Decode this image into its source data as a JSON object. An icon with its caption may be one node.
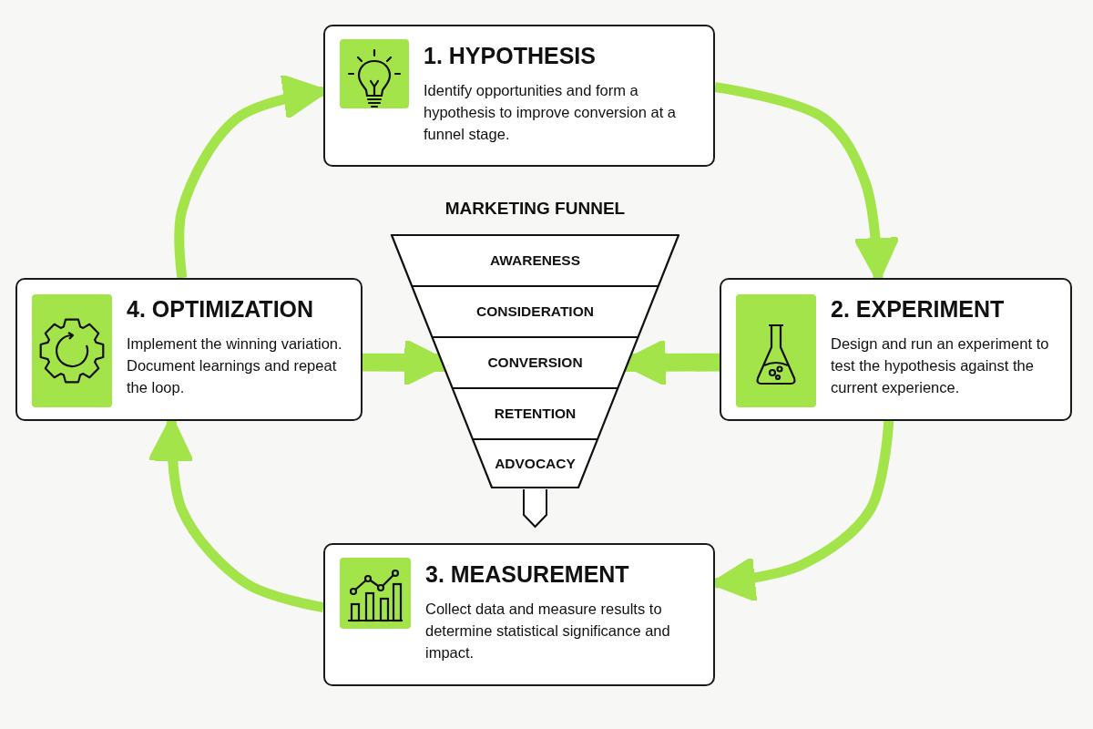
{
  "diagram": {
    "nodes": [
      {
        "text": [
          "1. HYPOTHESIS",
          "Identify opportunities and form a hypothesis to improve conversion at a funnel stage."
        ]
      },
      {
        "text": [
          "2. EXPERIMENT",
          "Design and run an experiment to test the hypothesis against the current experience."
        ]
      },
      {
        "text": [
          "3. MEASUREMENT",
          "Collect data and measure results to determine statistical significance and impact."
        ]
      },
      {
        "text": [
          "4. OPTIMIZATION",
          "Implement the winning variation. Document learnings and repeat the loop."
        ]
      },
      {
        "text": [
          "MARKETING FUNNEL"
        ]
      },
      {
        "text": [
          "AWARENESS"
        ],
        "in": 4
      },
      {
        "text": [
          "CONSIDERATION"
        ],
        "in": 4
      },
      {
        "text": [
          "CONVERSION"
        ],
        "in": 4
      },
      {
        "text": [
          "RETENTION"
        ],
        "in": 4
      },
      {
        "text": [
          "ADVOCACY"
        ],
        "in": 4
      }
    ],
    "edges": [
      {
        "from": 0,
        "to": 1,
        "arrow": "to"
      },
      {
        "from": 1,
        "to": 2,
        "arrow": "to"
      },
      {
        "from": 2,
        "to": 3,
        "arrow": "to"
      },
      {
        "from": 3,
        "to": 0,
        "arrow": "to"
      },
      {
        "from": 3,
        "to": 7,
        "arrow": "to",
        "style": "thick"
      },
      {
        "from": 1,
        "to": 7,
        "arrow": "to",
        "style": "thick"
      }
    ]
  }
}
